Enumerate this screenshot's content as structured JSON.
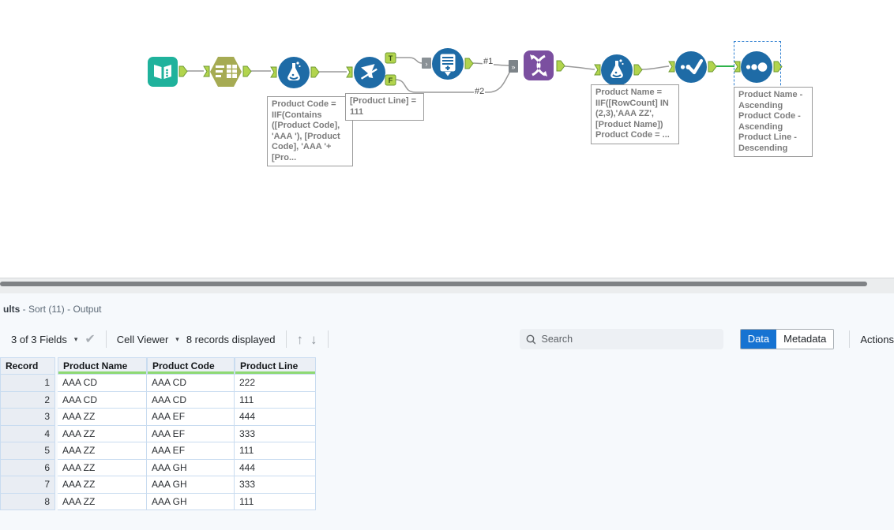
{
  "workflow": {
    "connection_labels": {
      "first": "#1",
      "second": "#2"
    },
    "filter_anchor_labels": {
      "true_label": "T",
      "false_label": "F"
    },
    "tools": [
      {
        "name": "input-data-tool"
      },
      {
        "name": "text-input-tool"
      },
      {
        "name": "formula-tool-1"
      },
      {
        "name": "filter-tool"
      },
      {
        "name": "generate-rows-tool"
      },
      {
        "name": "union-tool"
      },
      {
        "name": "formula-tool-2"
      },
      {
        "name": "unique-tool"
      },
      {
        "name": "sort-tool"
      }
    ],
    "annotations": {
      "formula1": "Product Code =\nIIF(Contains\n([Product Code],\n'AAA '), [Product\nCode], 'AAA '+\n[Pro...",
      "filter": "[Product Line] =\n111",
      "formula2": "Product Name =\nIIF([RowCount] IN\n(2,3),'AAA ZZ',\n[Product Name])\nProduct Code = ...",
      "sort": "Product Name -\nAscending\nProduct Code -\nAscending\nProduct Line -\nDescending"
    }
  },
  "results": {
    "title_bold": "ults",
    "title_rest": " - Sort (11) - Output",
    "toolbar": {
      "fields_summary": "3 of 3 Fields",
      "cell_viewer": "Cell Viewer",
      "records_displayed": "8 records displayed",
      "search_placeholder": "Search",
      "data_tab": "Data",
      "metadata_tab": "Metadata",
      "actions": "Actions"
    },
    "table": {
      "headers": [
        "Record",
        "Product Name",
        "Product Code",
        "Product Line"
      ],
      "rows": [
        {
          "record": "1",
          "product_name": "AAA CD",
          "product_code": "AAA CD",
          "product_line": "222"
        },
        {
          "record": "2",
          "product_name": "AAA CD",
          "product_code": "AAA CD",
          "product_line": "111"
        },
        {
          "record": "3",
          "product_name": "AAA ZZ",
          "product_code": "AAA EF",
          "product_line": "444"
        },
        {
          "record": "4",
          "product_name": "AAA ZZ",
          "product_code": "AAA EF",
          "product_line": "333"
        },
        {
          "record": "5",
          "product_name": "AAA ZZ",
          "product_code": "AAA EF",
          "product_line": "111"
        },
        {
          "record": "6",
          "product_name": "AAA ZZ",
          "product_code": "AAA GH",
          "product_line": "444"
        },
        {
          "record": "7",
          "product_name": "AAA ZZ",
          "product_code": "AAA GH",
          "product_line": "333"
        },
        {
          "record": "8",
          "product_name": "AAA ZZ",
          "product_code": "AAA GH",
          "product_line": "111"
        }
      ]
    }
  },
  "colors": {
    "tool_blue": "#1e6ba6",
    "input_teal": "#1fb29c",
    "text_input_olive": "#a6ab53",
    "union_purple": "#7b4fa0",
    "anchor_lime": "#b2d44d",
    "anchor_lime_border": "#6f9a33",
    "selected_connection_green": "#2eb34a",
    "data_tab_blue": "#1673d2",
    "header_underline_green": "#8ed973",
    "table_border_blue": "#c9dcf0"
  }
}
